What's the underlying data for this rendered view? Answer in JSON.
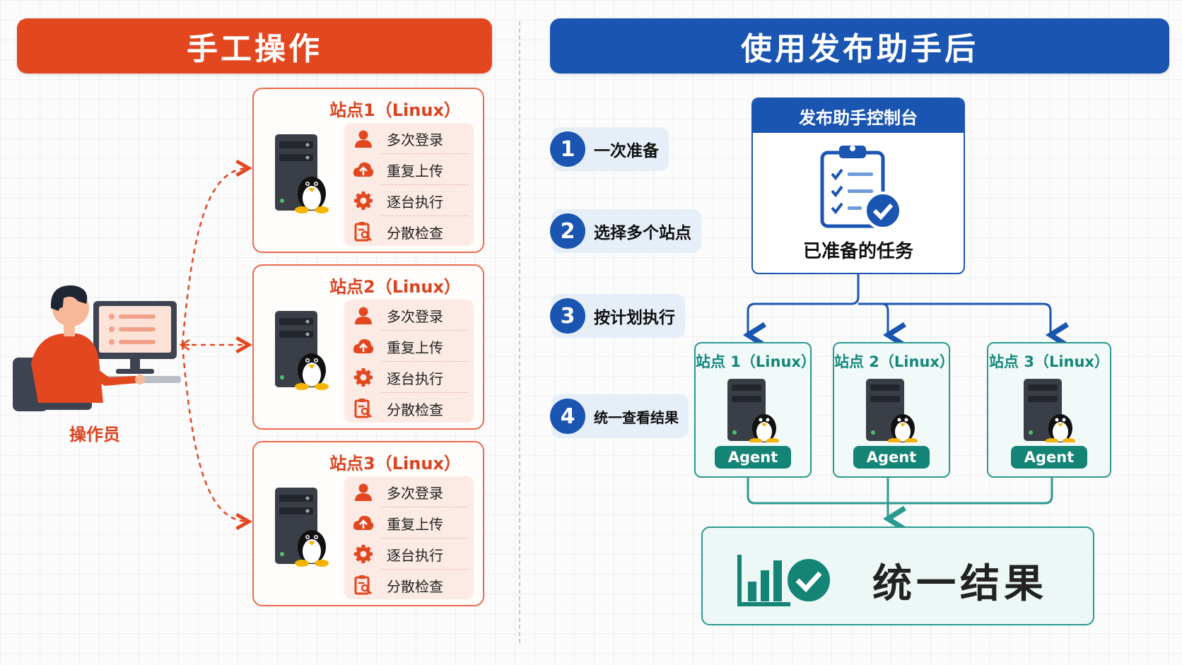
{
  "left": {
    "title": "手工操作",
    "operator_label": "操作员",
    "sites": [
      {
        "title": "站点1（Linux）"
      },
      {
        "title": "站点2（Linux）"
      },
      {
        "title": "站点3（Linux）"
      }
    ],
    "steps": [
      {
        "label": "多次登录",
        "icon": "user-icon"
      },
      {
        "label": "重复上传",
        "icon": "cloud-upload-icon"
      },
      {
        "label": "逐台执行",
        "icon": "gear-icon"
      },
      {
        "label": "分散检查",
        "icon": "checklist-search-icon"
      }
    ]
  },
  "right": {
    "title": "使用发布助手后",
    "steps": [
      {
        "num": "1",
        "label": "一次准备"
      },
      {
        "num": "2",
        "label": "选择多个站点"
      },
      {
        "num": "3",
        "label": "按计划执行"
      },
      {
        "num": "4",
        "label": "统一查看结果"
      }
    ],
    "console": {
      "title": "发布助手控制台",
      "caption": "已准备的任务",
      "icon": "clipboard-check-icon"
    },
    "agents": [
      {
        "title": "站点 1（Linux）",
        "badge": "Agent"
      },
      {
        "title": "站点 2（Linux）",
        "badge": "Agent"
      },
      {
        "title": "站点 3（Linux）",
        "badge": "Agent"
      }
    ],
    "result": {
      "label": "统一结果",
      "icon": "chart-check-icon"
    }
  },
  "colors": {
    "orange": "#e2471f",
    "blue": "#1a55b2",
    "teal": "#148476"
  }
}
